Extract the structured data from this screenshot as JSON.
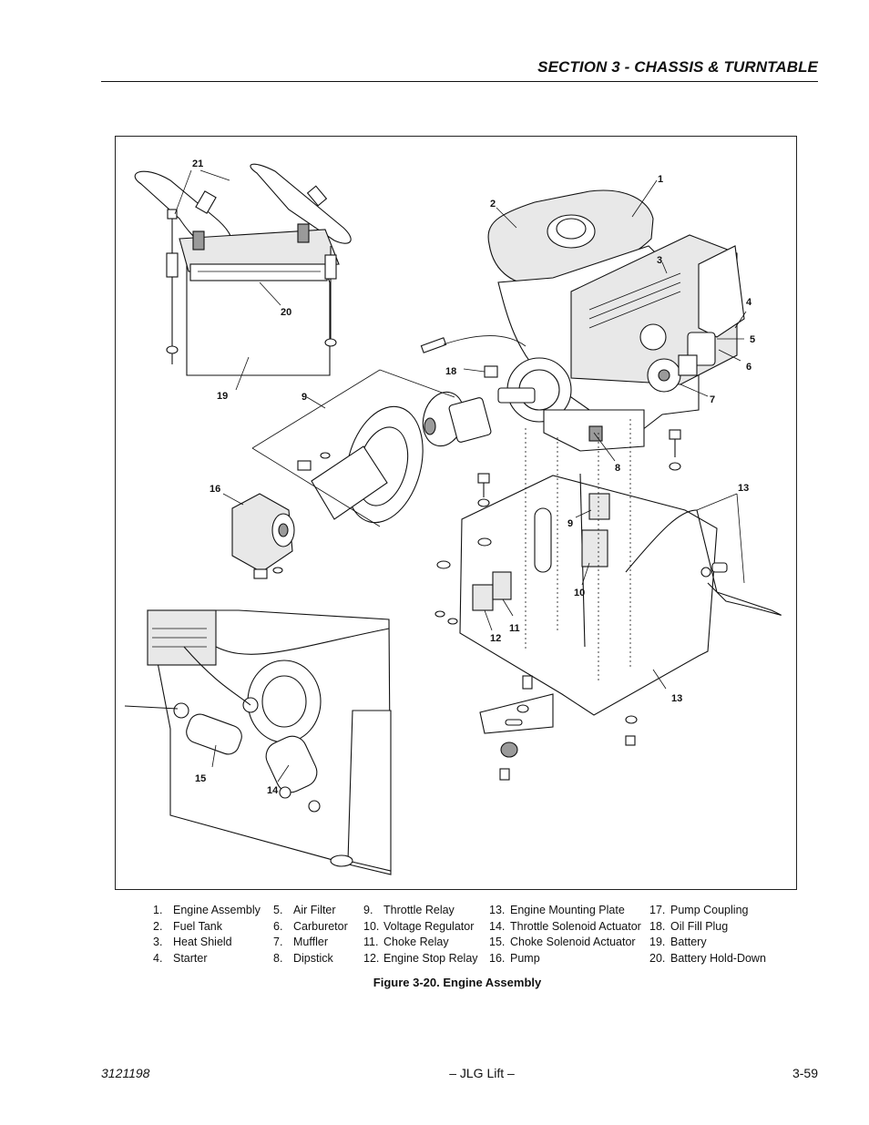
{
  "header": {
    "section_title": "SECTION 3 - CHASSIS & TURNTABLE"
  },
  "figure": {
    "callouts": {
      "c1": "1",
      "c2": "2",
      "c3": "3",
      "c4": "4",
      "c5": "5",
      "c6": "6",
      "c7": "7",
      "c8": "8",
      "c9a": "9",
      "c9b": "9",
      "c10": "10",
      "c11": "11",
      "c12": "12",
      "c13a": "13",
      "c13b": "13",
      "c14": "14",
      "c15": "15",
      "c16": "16",
      "c18": "18",
      "c19": "19",
      "c20": "20",
      "c21": "21"
    },
    "caption": "Figure 3-20.  Engine Assembly"
  },
  "legend": {
    "col1": [
      {
        "num": "1.",
        "label": "Engine Assembly"
      },
      {
        "num": "2.",
        "label": "Fuel Tank"
      },
      {
        "num": "3.",
        "label": "Heat Shield"
      },
      {
        "num": "4.",
        "label": "Starter"
      }
    ],
    "col2": [
      {
        "num": "5.",
        "label": "Air Filter"
      },
      {
        "num": "6.",
        "label": "Carburetor"
      },
      {
        "num": "7.",
        "label": "Muffler"
      },
      {
        "num": "8.",
        "label": "Dipstick"
      }
    ],
    "col3": [
      {
        "num": "9.",
        "label": "Throttle Relay"
      },
      {
        "num": "10.",
        "label": "Voltage Regulator"
      },
      {
        "num": "11.",
        "label": "Choke Relay"
      },
      {
        "num": "12.",
        "label": "Engine Stop Relay"
      }
    ],
    "col4": [
      {
        "num": "13.",
        "label": "Engine Mounting Plate"
      },
      {
        "num": "14.",
        "label": "Throttle Solenoid Actuator"
      },
      {
        "num": "15.",
        "label": "Choke Solenoid Actuator"
      },
      {
        "num": "16.",
        "label": "Pump"
      }
    ],
    "col5": [
      {
        "num": "17.",
        "label": "Pump Coupling"
      },
      {
        "num": "18.",
        "label": "Oil Fill Plug"
      },
      {
        "num": "19.",
        "label": "Battery"
      },
      {
        "num": "20.",
        "label": "Battery Hold-Down"
      }
    ]
  },
  "footer": {
    "doc_number": "3121198",
    "publisher": "– JLG Lift –",
    "page_number": "3-59"
  }
}
